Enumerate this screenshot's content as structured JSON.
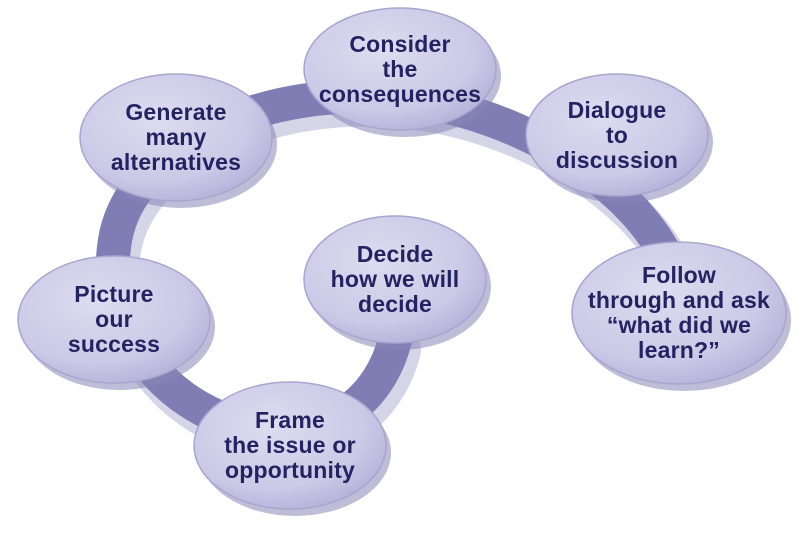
{
  "diagram": {
    "colors": {
      "ring": "#7f7db4",
      "ring_shadow": "#c9c8df",
      "node_fill": "#cbc9e6",
      "node_edge": "#a8a5d0",
      "node_shadow": "#8886b6",
      "text": "#232362"
    },
    "steps": [
      {
        "label": "Consider\nthe\nconsequences"
      },
      {
        "label": "Dialogue\nto\ndiscussion"
      },
      {
        "label": "Follow\nthrough and ask\n“what did we\nlearn?”"
      },
      {
        "label": "Decide\nhow we will\ndecide"
      },
      {
        "label": "Frame\nthe issue or\nopportunity"
      },
      {
        "label": "Picture\nour\nsuccess"
      },
      {
        "label": "Generate\nmany\nalternatives"
      }
    ]
  }
}
